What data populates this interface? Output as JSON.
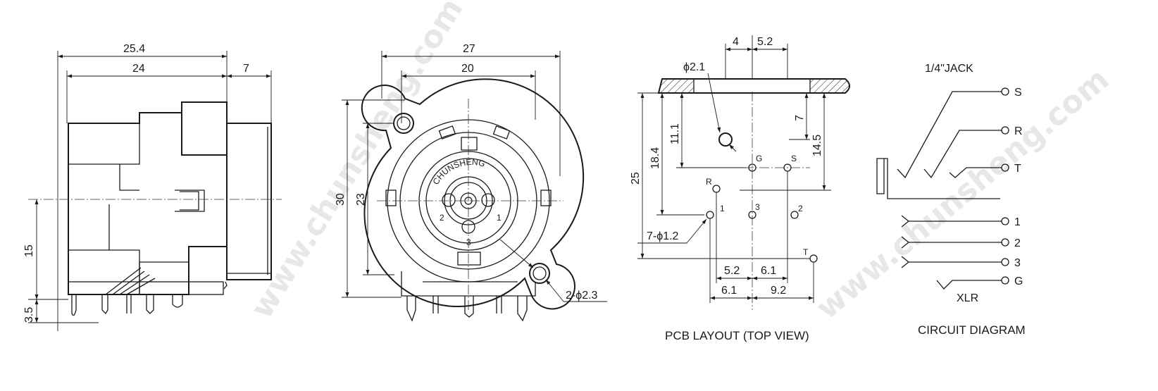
{
  "side_view": {
    "dims": {
      "overall_width": "25.4",
      "body_width": "24",
      "front_depth": "7",
      "height_to_center": "15",
      "pin_length": "3.5"
    }
  },
  "front_view": {
    "dims": {
      "flange_width": "27",
      "body_width": "20",
      "overall_height": "30",
      "mount_spacing": "23",
      "mount_holes": "2-ϕ2.3"
    },
    "brand": "CHUNSHENG",
    "pin_labels": {
      "p1": "1",
      "p2": "2",
      "p3": "3"
    }
  },
  "pcb_layout": {
    "title": "PCB LAYOUT (TOP VIEW)",
    "dims": {
      "top_left": "4",
      "top_right": "5.2",
      "panel_hole": "ϕ2.1",
      "d11_1": "11.1",
      "d18_4": "18.4",
      "d25": "25",
      "d7": "7",
      "d14_5": "14.5",
      "pcb_holes": "7-ϕ1.2",
      "b5_2": "5.2",
      "b6_1a": "6.1",
      "b6_1b": "6.1",
      "b9_2": "9.2"
    },
    "pads": {
      "g": "G",
      "s": "S",
      "r": "R",
      "p1": "1",
      "p3": "3",
      "p2": "2",
      "t": "T"
    }
  },
  "circuit": {
    "title": "CIRCUIT DIAGRAM",
    "jack_label": "1/4\"JACK",
    "xlr_label": "XLR",
    "terminals": [
      "S",
      "R",
      "T",
      "1",
      "2",
      "3",
      "G"
    ]
  },
  "watermark": "www.chunsheng.com"
}
